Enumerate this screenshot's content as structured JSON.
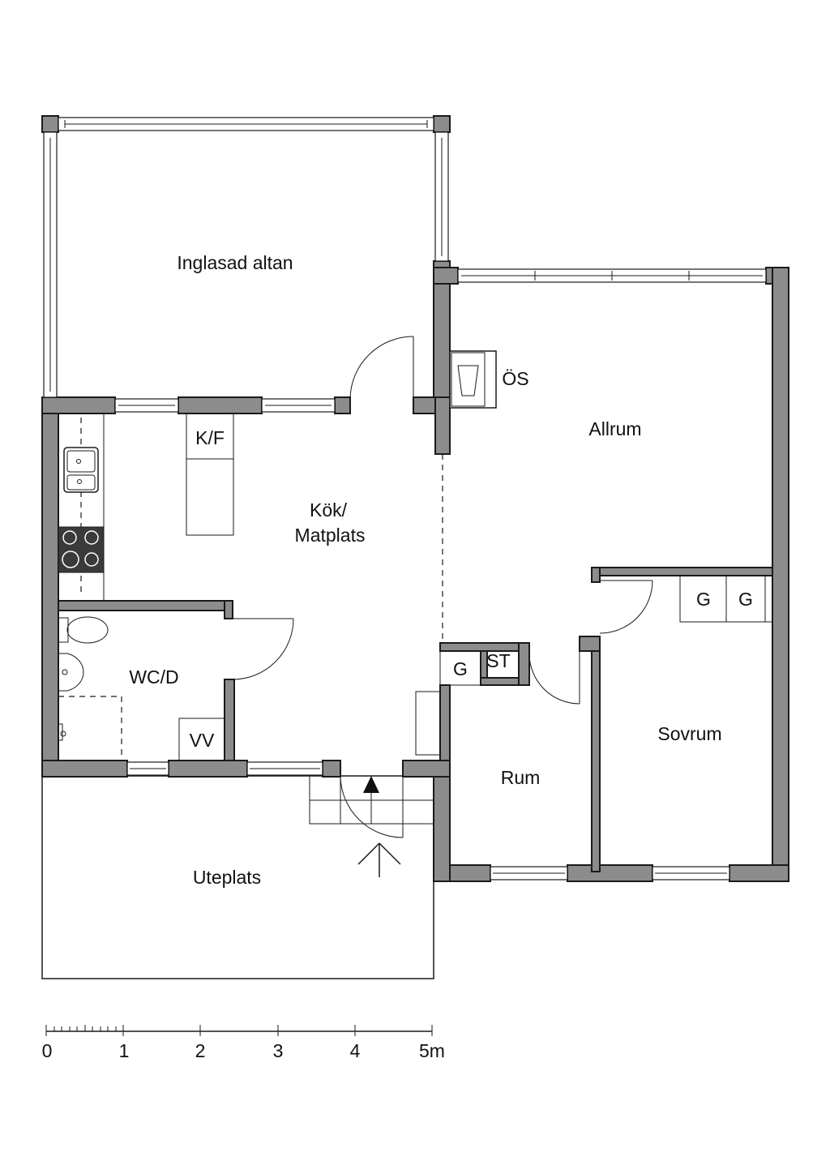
{
  "rooms": {
    "altan": "Inglasad altan",
    "allrum": "Allrum",
    "kok_line1": "Kök/",
    "kok_line2": "Matplats",
    "wc": "WC/D",
    "rum": "Rum",
    "sovrum": "Sovrum",
    "uteplats": "Uteplats"
  },
  "fixtures": {
    "os": "ÖS",
    "kf": "K/F",
    "vv": "VV",
    "g1": "G",
    "g2": "G",
    "g3": "G",
    "st": "ST"
  },
  "scale": {
    "ticks": [
      "0",
      "1",
      "2",
      "3",
      "4",
      "5m"
    ]
  }
}
